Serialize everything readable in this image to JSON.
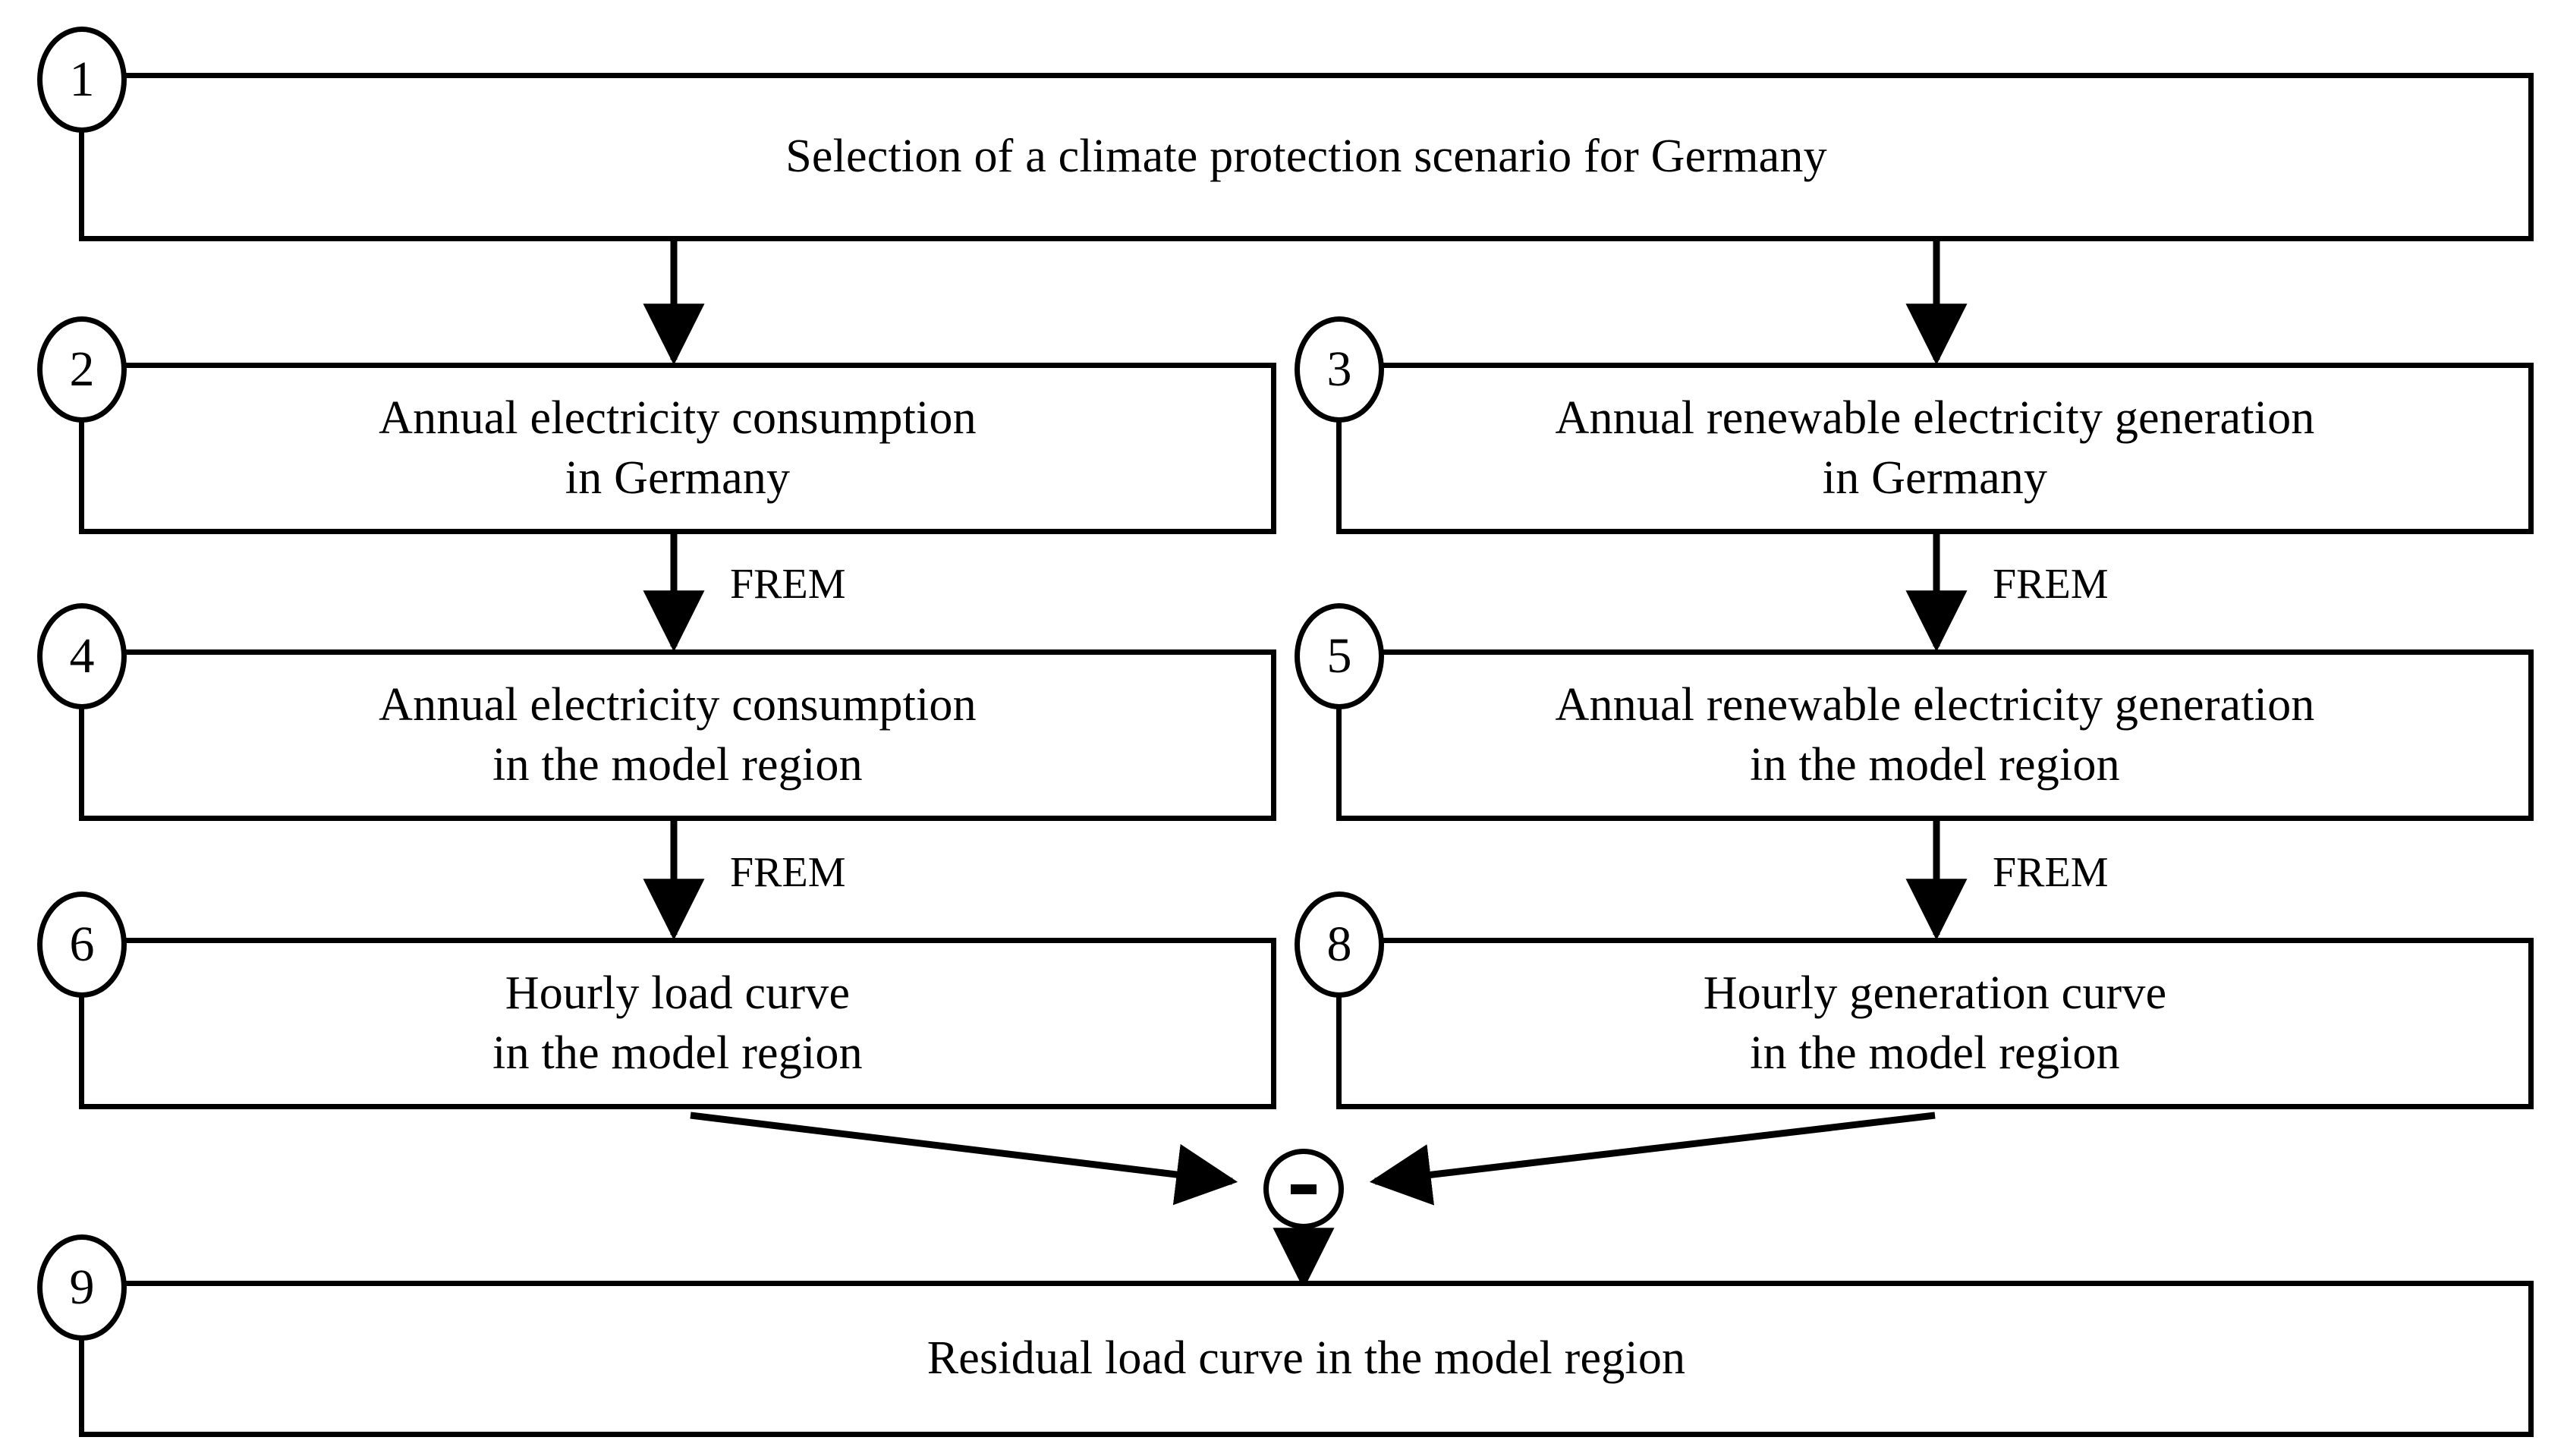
{
  "diagram": {
    "title": "Residual load curve derivation flowchart",
    "background_color": "#ffffff",
    "line_color": "#000000",
    "nodes": [
      {
        "id": "1",
        "badge": "1",
        "lines": [
          "Selection of a climate protection scenario for Germany"
        ]
      },
      {
        "id": "2",
        "badge": "2",
        "lines": [
          "Annual electricity consumption",
          "in Germany"
        ]
      },
      {
        "id": "3",
        "badge": "3",
        "lines": [
          "Annual renewable electricity generation",
          "in Germany"
        ]
      },
      {
        "id": "4",
        "badge": "4",
        "lines": [
          "Annual electricity consumption",
          "in the model region"
        ]
      },
      {
        "id": "5",
        "badge": "5",
        "lines": [
          "Annual renewable electricity generation",
          "in the model region"
        ]
      },
      {
        "id": "6",
        "badge": "6",
        "lines": [
          "Hourly load curve",
          "in the model region"
        ]
      },
      {
        "id": "8",
        "badge": "8",
        "lines": [
          "Hourly generation curve",
          "in the model region"
        ]
      },
      {
        "id": "9",
        "badge": "9",
        "lines": [
          "Residual load curve in the model region"
        ]
      }
    ],
    "operator": {
      "symbol": "minus",
      "label": "-"
    },
    "edge_labels": {
      "left_upper": "FREM",
      "left_lower": "FREM",
      "right_upper": "FREM",
      "right_lower": "FREM"
    }
  }
}
